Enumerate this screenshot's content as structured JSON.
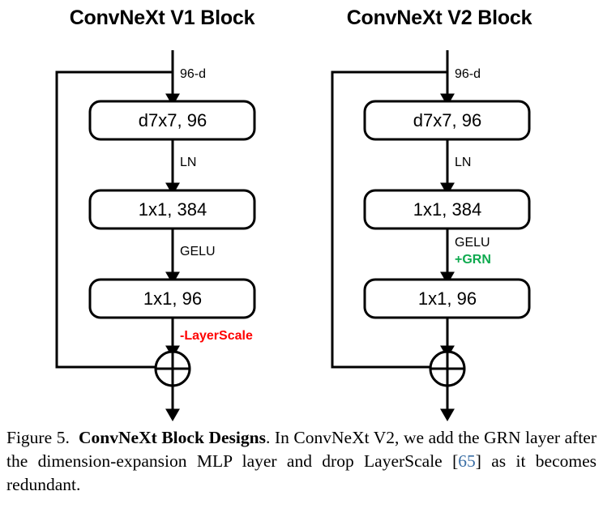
{
  "figure": {
    "panels": [
      {
        "id": "v1",
        "title": "ConvNeXt V1 Block",
        "input_label": "96-d",
        "boxes": [
          {
            "name": "depthwise-conv",
            "label": "d7x7, 96"
          },
          {
            "name": "mlp-expand",
            "label": "1x1, 384"
          },
          {
            "name": "mlp-project",
            "label": "1x1, 96"
          }
        ],
        "edge_labels": [
          {
            "name": "layernorm",
            "text": "LN",
            "color": "#000000",
            "bold": false
          },
          {
            "name": "gelu",
            "text": "GELU",
            "color": "#000000",
            "bold": false
          },
          {
            "name": "layerscale-removed",
            "text": "-LayerScale",
            "color": "#ff0000",
            "bold": true
          }
        ],
        "sum_symbol": "⊕"
      },
      {
        "id": "v2",
        "title": "ConvNeXt V2 Block",
        "input_label": "96-d",
        "boxes": [
          {
            "name": "depthwise-conv",
            "label": "d7x7, 96"
          },
          {
            "name": "mlp-expand",
            "label": "1x1, 384"
          },
          {
            "name": "mlp-project",
            "label": "1x1, 96"
          }
        ],
        "edge_labels": [
          {
            "name": "layernorm",
            "text": "LN",
            "color": "#000000",
            "bold": false
          },
          {
            "name": "gelu",
            "text": "GELU",
            "color": "#000000",
            "bold": false
          },
          {
            "name": "grn-added",
            "text": "+GRN",
            "color": "#0faa4f",
            "bold": true
          }
        ],
        "sum_symbol": "⊕"
      }
    ]
  },
  "caption": {
    "prefix": "Figure 5.",
    "bold_title": "ConvNeXt Block Designs",
    "body_part1": ". In ConvNeXt V2, we add the GRN layer after the dimension-expansion MLP layer and drop LayerScale ",
    "citation_open": "[",
    "citation": "65",
    "citation_close": "]",
    "body_part2": " as it becomes redundant."
  },
  "colors": {
    "accent_red": "#ff0000",
    "accent_green": "#0faa4f",
    "citation_blue": "#3a6ea5",
    "stroke": "#000000",
    "background": "#ffffff"
  }
}
